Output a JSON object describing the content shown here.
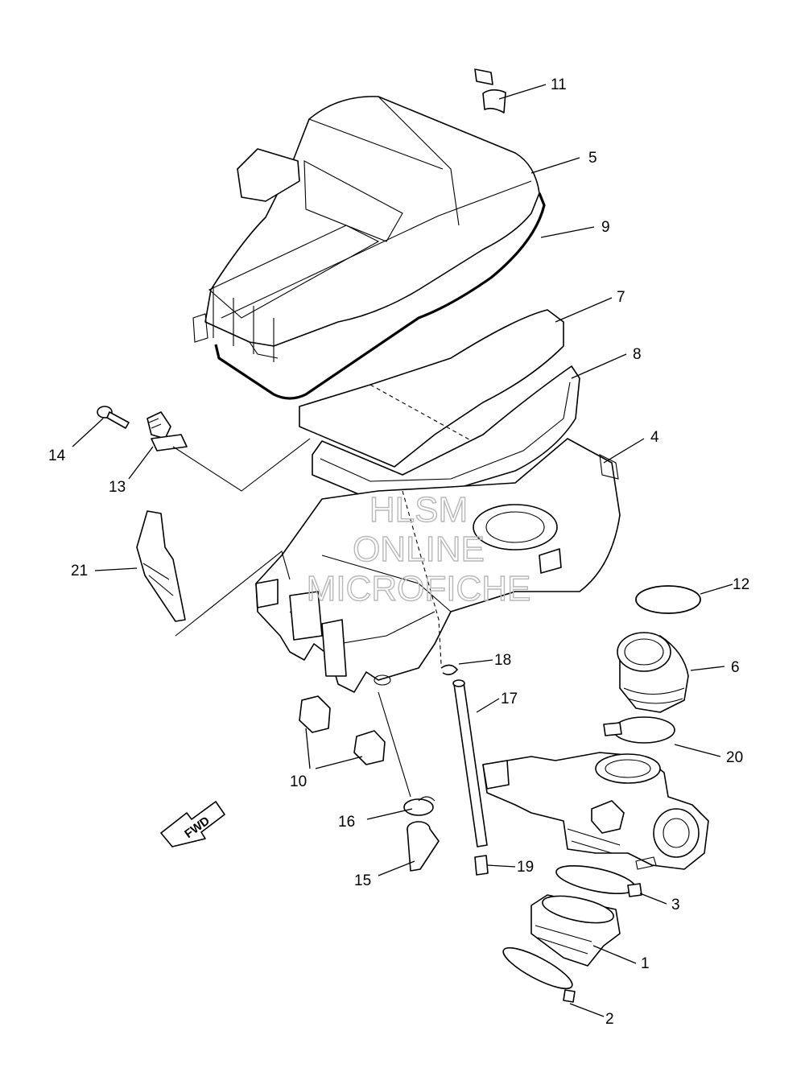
{
  "watermark": {
    "line1": "HLSM",
    "line2": "ONLINE",
    "line3": "MICROFICHE"
  },
  "direction_badge": "FWD",
  "callouts": [
    "1",
    "2",
    "3",
    "4",
    "5",
    "6",
    "7",
    "8",
    "9",
    "10",
    "11",
    "12",
    "13",
    "14",
    "15",
    "16",
    "17",
    "18",
    "19",
    "20",
    "21"
  ]
}
